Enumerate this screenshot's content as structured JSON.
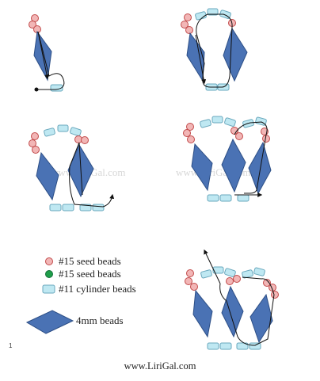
{
  "watermark": "www.LiriGal.com",
  "legend": {
    "seed_pink": "#15 seed beads",
    "seed_green": "#15 seed beads",
    "cylinder": "#11 cylinder beads",
    "diamond": "4mm beads"
  },
  "page_number": "1",
  "footer_url": "www.LiriGal.com",
  "colors": {
    "diamond_fill": "#4a72b4",
    "diamond_stroke": "#2d4f86",
    "cylinder_fill": "#bfe8f2",
    "cylinder_stroke": "#6aa8bd",
    "seed_pink_fill": "#f2b6b6",
    "seed_pink_stroke": "#c24a4a",
    "seed_green_fill": "#1f9e4a",
    "thread": "#111111",
    "watermark": "#d7d7d7"
  },
  "icons": [
    "diamond-bead-icon",
    "cylinder-bead-icon",
    "seed-bead-pink-icon",
    "seed-bead-green-icon",
    "thread-arrow-icon"
  ]
}
